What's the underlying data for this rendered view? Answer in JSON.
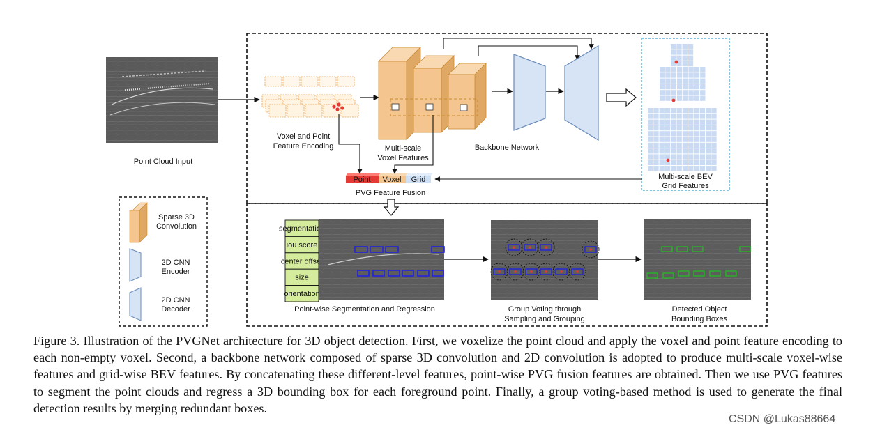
{
  "figure": {
    "input_label": "Point Cloud Input",
    "voxel_encoding_label": [
      "Voxel and Point",
      "Feature Encoding"
    ],
    "multiscale_voxel_label": [
      "Multi-scale",
      "Voxel Features"
    ],
    "backbone_label": "Backbone Network",
    "bev_label": [
      "Multi-scale BEV",
      "Grid Features"
    ],
    "fusion_label": "PVG Feature Fusion",
    "fusion_segments": [
      "Point",
      "Voxel",
      "Grid"
    ],
    "heads": [
      "segmentation",
      "iou score",
      "center offset",
      "size",
      "orientation"
    ],
    "stage_labels": {
      "segmentation": "Point-wise Segmentation and Regression",
      "voting": [
        "Group Voting through",
        "Sampling and Grouping"
      ],
      "detected": [
        "Detected Object",
        "Bounding Boxes"
      ]
    },
    "legend": [
      {
        "name": "sparse-3d-conv",
        "label": [
          "Sparse 3D",
          "Convolution"
        ]
      },
      {
        "name": "cnn-encoder",
        "label": [
          "2D CNN",
          "Encoder"
        ]
      },
      {
        "name": "cnn-decoder",
        "label": [
          "2D CNN",
          "Decoder"
        ]
      }
    ],
    "colors": {
      "conv_fill": "#f4c58f",
      "conv_side": "#e0a865",
      "cnn_fill": "#d6e4f5",
      "cnn_stroke": "#6a8ab8",
      "head_fill": "#d6ec9d",
      "point_seg": "#e53935",
      "voxel_seg": "#f4c58f",
      "grid_seg": "#cfe0f5",
      "pred_box": "#2222dd",
      "final_box": "#22bb22"
    }
  },
  "caption": "Figure 3. Illustration of the PVGNet architecture for 3D object detection. First, we voxelize the point cloud and apply the voxel and point feature encoding to each non-empty voxel. Second, a backbone network composed of sparse 3D convolution and 2D convolution is adopted to produce multi-scale voxel-wise features and grid-wise BEV features. By concatenating these different-level features, point-wise PVG fusion features are obtained. Then we use PVG features to segment the point clouds and regress a 3D bounding box for each foreground point. Finally, a group voting-based method is used to generate the final detection results by merging redundant boxes.",
  "watermark": "CSDN @Lukas88664"
}
